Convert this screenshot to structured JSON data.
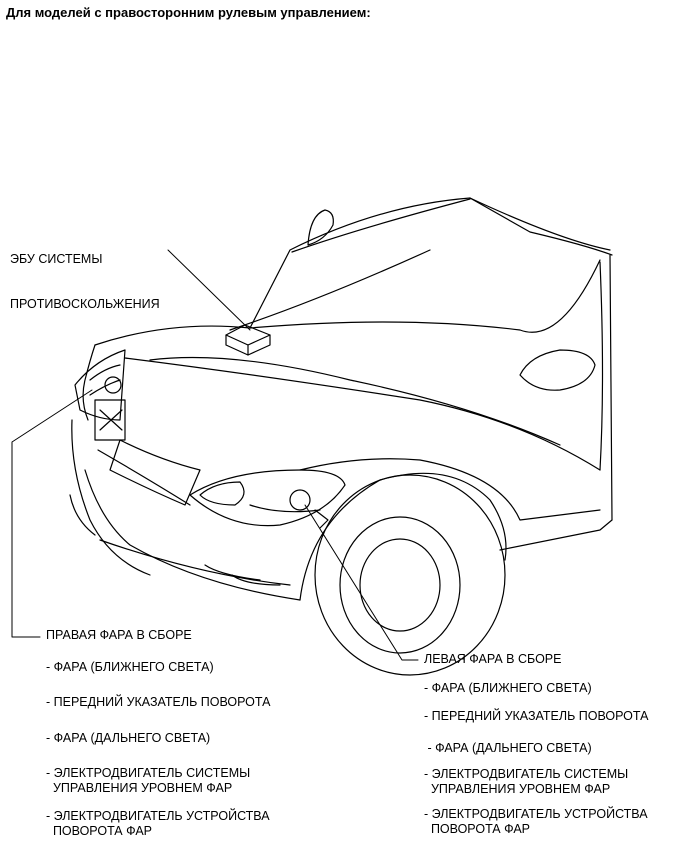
{
  "title": "Для моделей с правосторонним рулевым управлением:",
  "ecu_label": {
    "line1": "ЭБУ СИСТЕМЫ",
    "line2": "ПРОТИВОСКОЛЬЖЕНИЯ"
  },
  "right_headlamp": {
    "title": "ПРАВАЯ ФАРА В СБОРЕ",
    "items": [
      "- ФАРА (БЛИЖНЕГО СВЕТА)",
      "- ПЕРЕДНИЙ УКАЗАТЕЛЬ ПОВОРОТА",
      "- ФАРА (ДАЛЬНЕГО СВЕТА)",
      "- ЭЛЕКТРОДВИГАТЕЛЬ СИСТЕМЫ\n  УПРАВЛЕНИЯ УРОВНЕМ ФАР",
      "- ЭЛЕКТРОДВИГАТЕЛЬ УСТРОЙСТВА\n  ПОВОРОТА ФАР"
    ]
  },
  "left_headlamp": {
    "title": "ЛЕВАЯ ФАРА В СБОРЕ",
    "items": [
      "- ФАРА (БЛИЖНЕГО СВЕТА)",
      "- ПЕРЕДНИЙ УКАЗАТЕЛЬ ПОВОРОТА",
      " - ФАРА (ДАЛЬНЕГО СВЕТА)",
      "- ЭЛЕКТРОДВИГАТЕЛЬ СИСТЕМЫ\n  УПРАВЛЕНИЯ УРОВНЕМ ФАР",
      "- ЭЛЕКТРОДВИГАТЕЛЬ УСТРОЙСТВА\n  ПОВОРОТА ФАР"
    ]
  }
}
